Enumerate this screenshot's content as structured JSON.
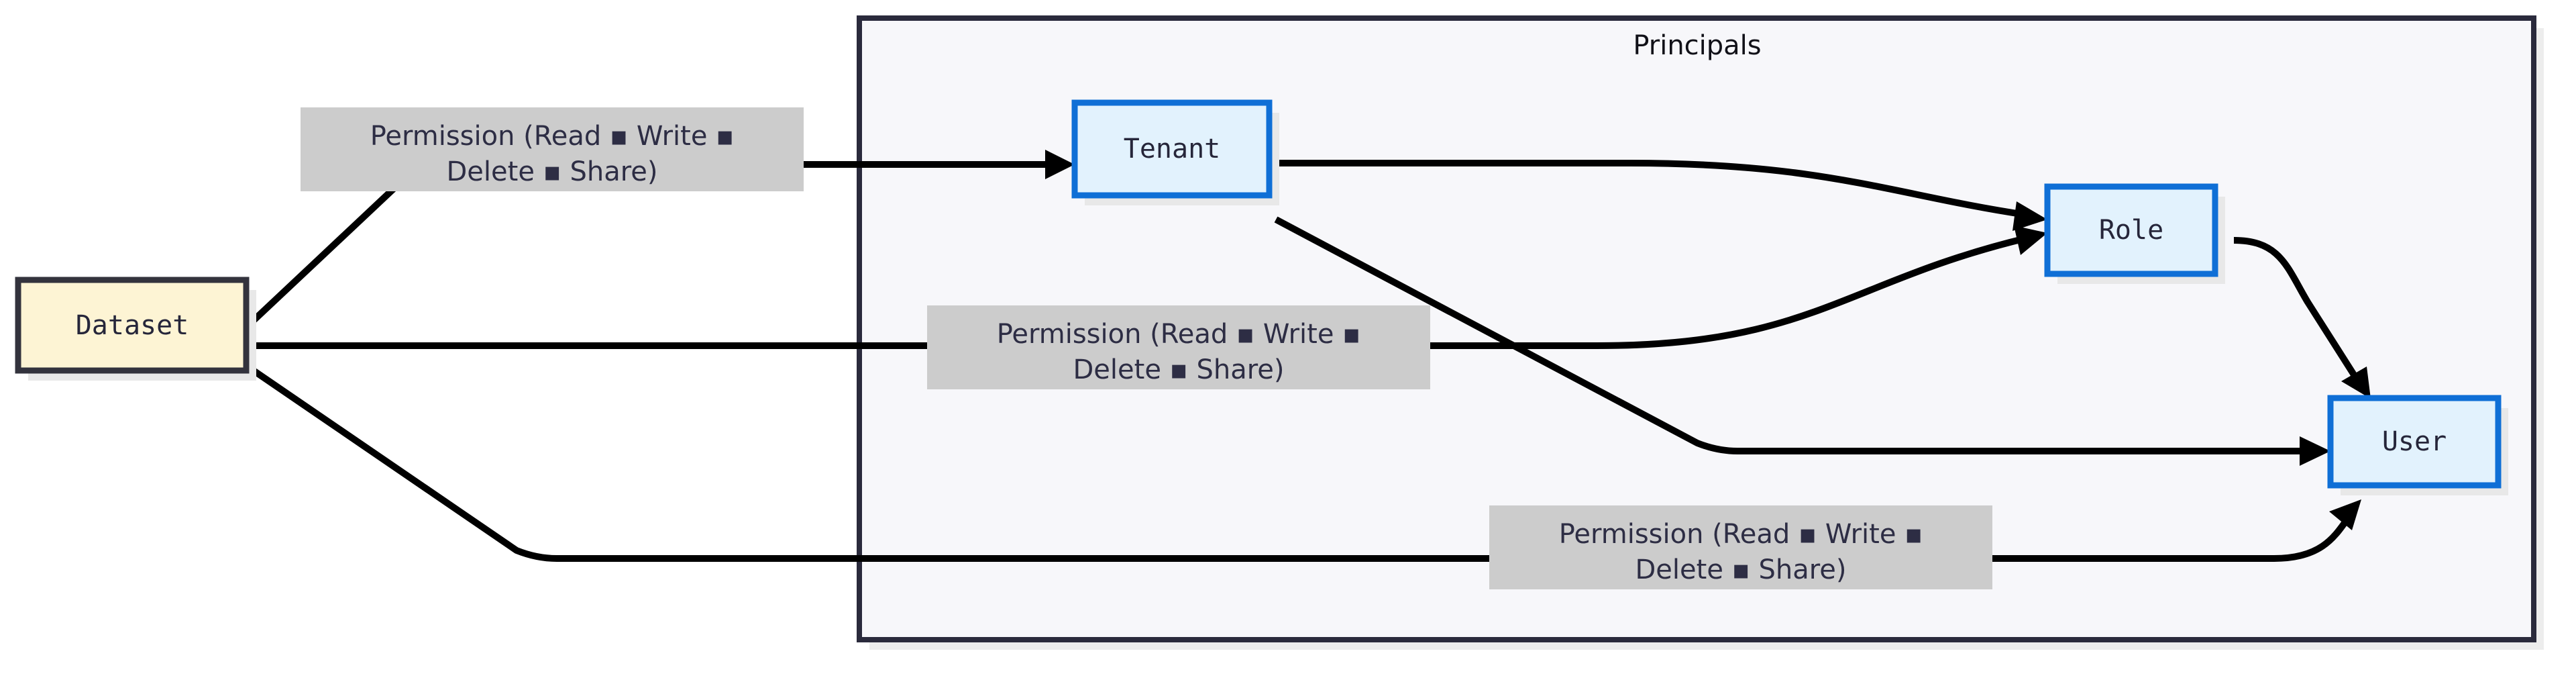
{
  "diagram": {
    "type": "flowchart",
    "title": "",
    "background_color": "#ffffff",
    "cluster": {
      "label": "Principals",
      "fill": "#f7f7fa",
      "border_color": "#2a2a3c"
    },
    "nodes": [
      {
        "id": "dataset",
        "label": "Dataset",
        "fill": "#fdf4d4",
        "border_color": "#33333d",
        "inside_cluster": false
      },
      {
        "id": "tenant",
        "label": "Tenant",
        "fill": "#e2f2fd",
        "border_color": "#0f6fd6",
        "inside_cluster": true
      },
      {
        "id": "role",
        "label": "Role",
        "fill": "#e2f2fd",
        "border_color": "#0f6fd6",
        "inside_cluster": true
      },
      {
        "id": "user",
        "label": "User",
        "fill": "#e2f2fd",
        "border_color": "#0f6fd6",
        "inside_cluster": true
      }
    ],
    "edges": [
      {
        "from": "dataset",
        "to": "tenant",
        "label": "Permission (Read ▪ Write ▪ Delete ▪ Share)",
        "label_line1": "Permission (Read ▪ Write ▪",
        "label_line2": "Delete ▪ Share)",
        "label_fill": "#cccccc"
      },
      {
        "from": "dataset",
        "to": "role",
        "label": "Permission (Read ▪ Write ▪ Delete ▪ Share)",
        "label_line1": "Permission (Read ▪ Write ▪",
        "label_line2": "Delete ▪ Share)",
        "label_fill": "#cccccc"
      },
      {
        "from": "dataset",
        "to": "user",
        "label": "Permission (Read ▪ Write ▪ Delete ▪ Share)",
        "label_line1": "Permission (Read ▪ Write ▪",
        "label_line2": "Delete ▪ Share)",
        "label_fill": "#cccccc"
      },
      {
        "from": "tenant",
        "to": "role",
        "label": ""
      },
      {
        "from": "tenant",
        "to": "user",
        "label": ""
      },
      {
        "from": "role",
        "to": "user",
        "label": ""
      }
    ],
    "edge_color": "#000000"
  }
}
